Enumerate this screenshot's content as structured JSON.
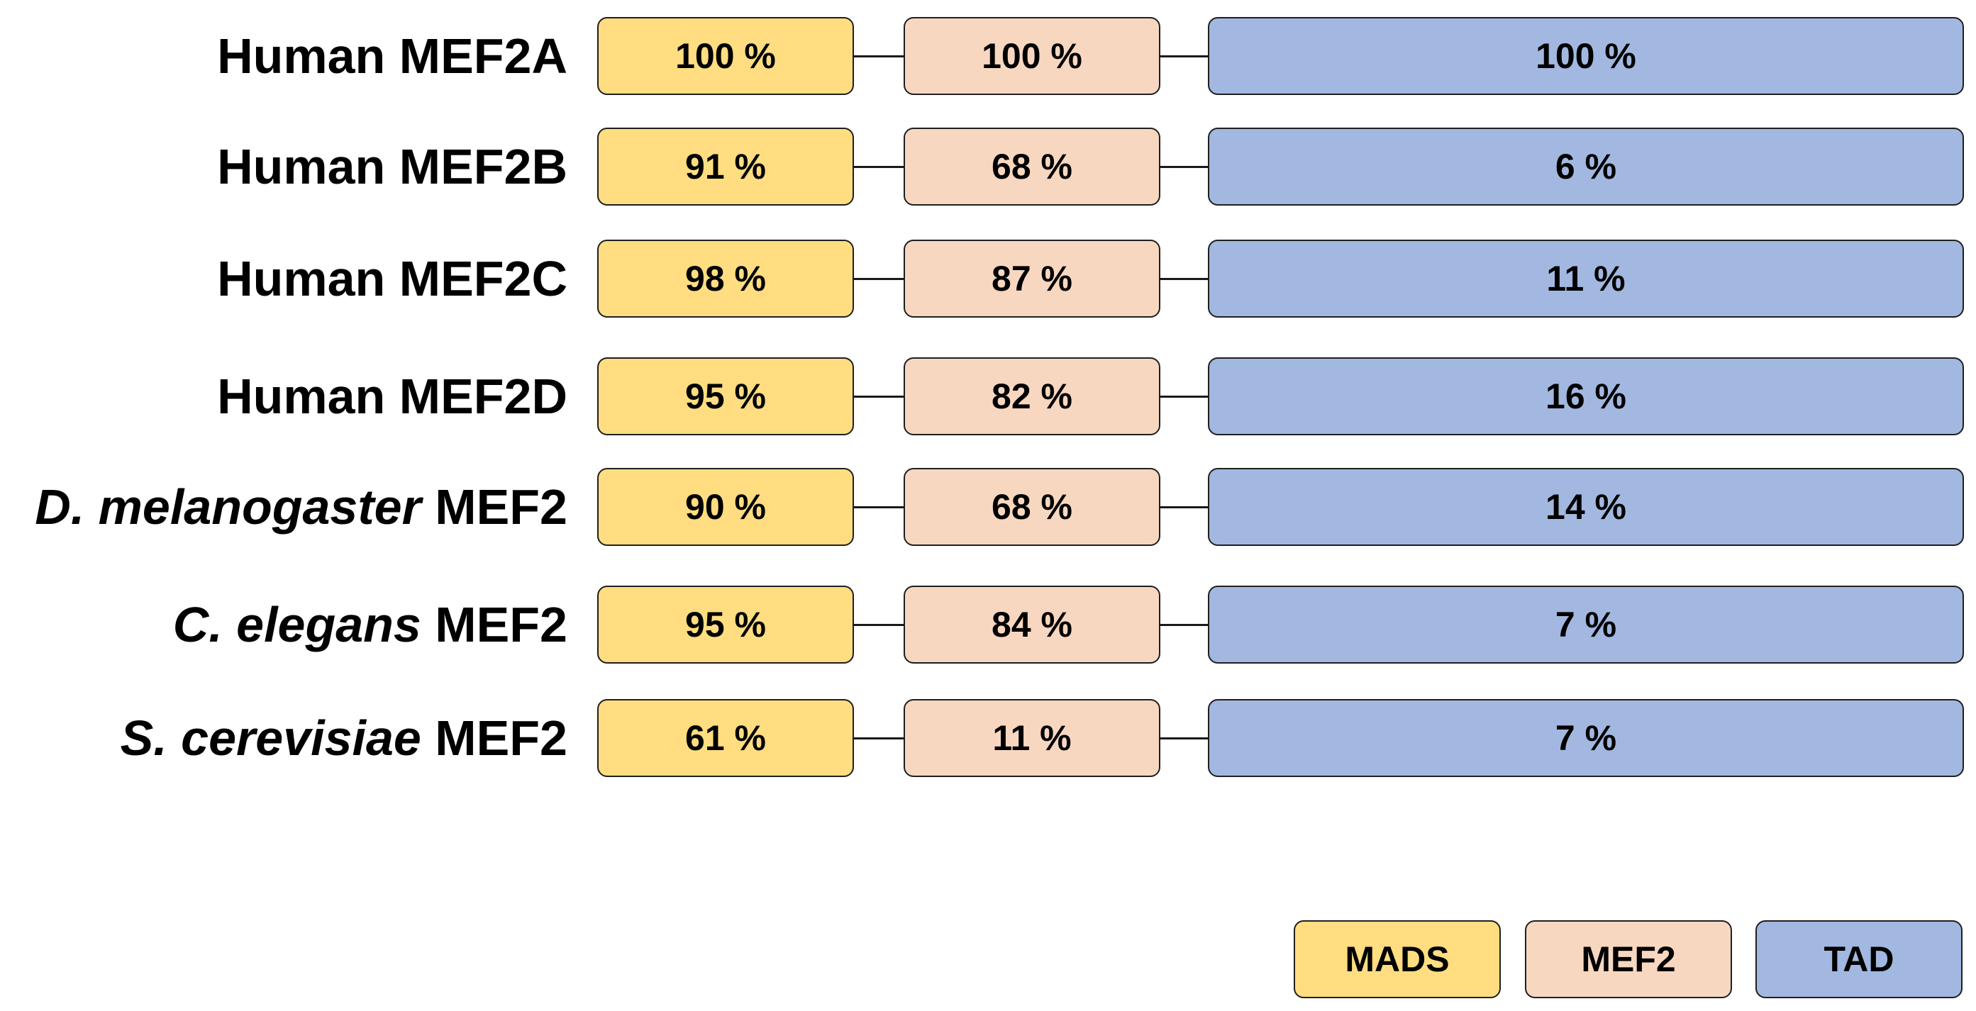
{
  "colors": {
    "mads": "#FFDD80",
    "mef2": "#F8D7C0",
    "tad": "#A2B8E0"
  },
  "rows": [
    {
      "species": "",
      "name": "Human MEF2A",
      "mads": "100 %",
      "mef2": "100 %",
      "tad": "100 %"
    },
    {
      "species": "",
      "name": "Human MEF2B",
      "mads": "91 %",
      "mef2": "68 %",
      "tad": "6 %"
    },
    {
      "species": "",
      "name": "Human MEF2C",
      "mads": "98 %",
      "mef2": "87 %",
      "tad": "11 %"
    },
    {
      "species": "",
      "name": "Human MEF2D",
      "mads": "95 %",
      "mef2": "82 %",
      "tad": "16 %"
    },
    {
      "species": "D. melanogaster",
      "name": "MEF2",
      "mads": "90 %",
      "mef2": "68 %",
      "tad": "14 %"
    },
    {
      "species": "C. elegans",
      "name": "MEF2",
      "mads": "95 %",
      "mef2": "84 %",
      "tad": "7 %"
    },
    {
      "species": "S. cerevisiae",
      "name": "MEF2",
      "mads": "61 %",
      "mef2": "11 %",
      "tad": "7 %"
    }
  ],
  "legend": {
    "mads": "MADS",
    "mef2": "MEF2",
    "tad": "TAD"
  }
}
